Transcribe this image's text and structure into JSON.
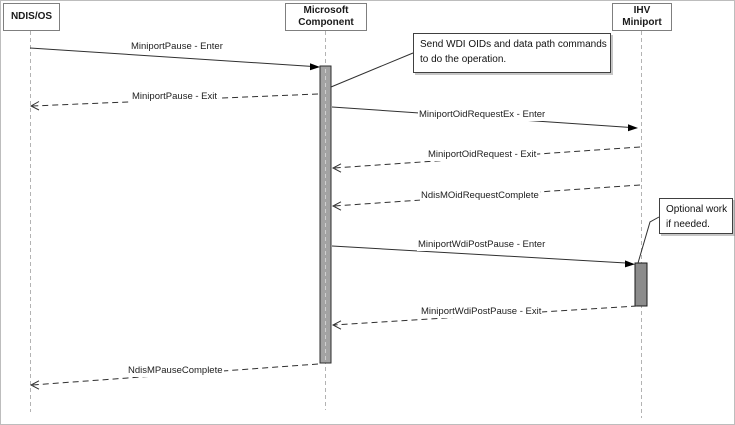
{
  "diagram": {
    "actors": [
      {
        "id": "ndis",
        "line1": "NDIS/OS",
        "line2": ""
      },
      {
        "id": "microsoft",
        "line1": "Microsoft",
        "line2": "Component"
      },
      {
        "id": "ihv",
        "line1": "IHV",
        "line2": "Miniport"
      }
    ],
    "messages": [
      {
        "label": "MiniportPause - Enter",
        "from": "NDIS/OS",
        "to": "Microsoft Component",
        "style": "solid"
      },
      {
        "label": "MiniportPause - Exit",
        "from": "Microsoft Component",
        "to": "NDIS/OS",
        "style": "dashed"
      },
      {
        "label": "MiniportOidRequestEx - Enter",
        "from": "Microsoft Component",
        "to": "IHV Miniport",
        "style": "solid"
      },
      {
        "label": "MiniportOidRequest - Exit",
        "from": "IHV Miniport",
        "to": "Microsoft Component",
        "style": "dashed"
      },
      {
        "label": "NdisMOidRequestComplete",
        "from": "IHV Miniport",
        "to": "Microsoft Component",
        "style": "dashed"
      },
      {
        "label": "MiniportWdiPostPause - Enter",
        "from": "Microsoft Component",
        "to": "IHV Miniport",
        "style": "solid"
      },
      {
        "label": "MiniportWdiPostPause - Exit",
        "from": "IHV Miniport",
        "to": "Microsoft Component",
        "style": "dashed"
      },
      {
        "label": "NdisMPauseComplete",
        "from": "Microsoft Component",
        "to": "NDIS/OS",
        "style": "dashed"
      }
    ],
    "notes": [
      {
        "line1": "Send WDI OIDs and data path commands",
        "line2": "to do the operation."
      },
      {
        "line1": "Optional work",
        "line2": "if needed."
      }
    ],
    "colors": {
      "lifeline": "#b3b3b3",
      "line": "#303030",
      "arrowhead": "#000000",
      "activation_bar_microsoft": "#a3a3a3",
      "activation_bar_ihv": "#8c8c8c"
    }
  }
}
